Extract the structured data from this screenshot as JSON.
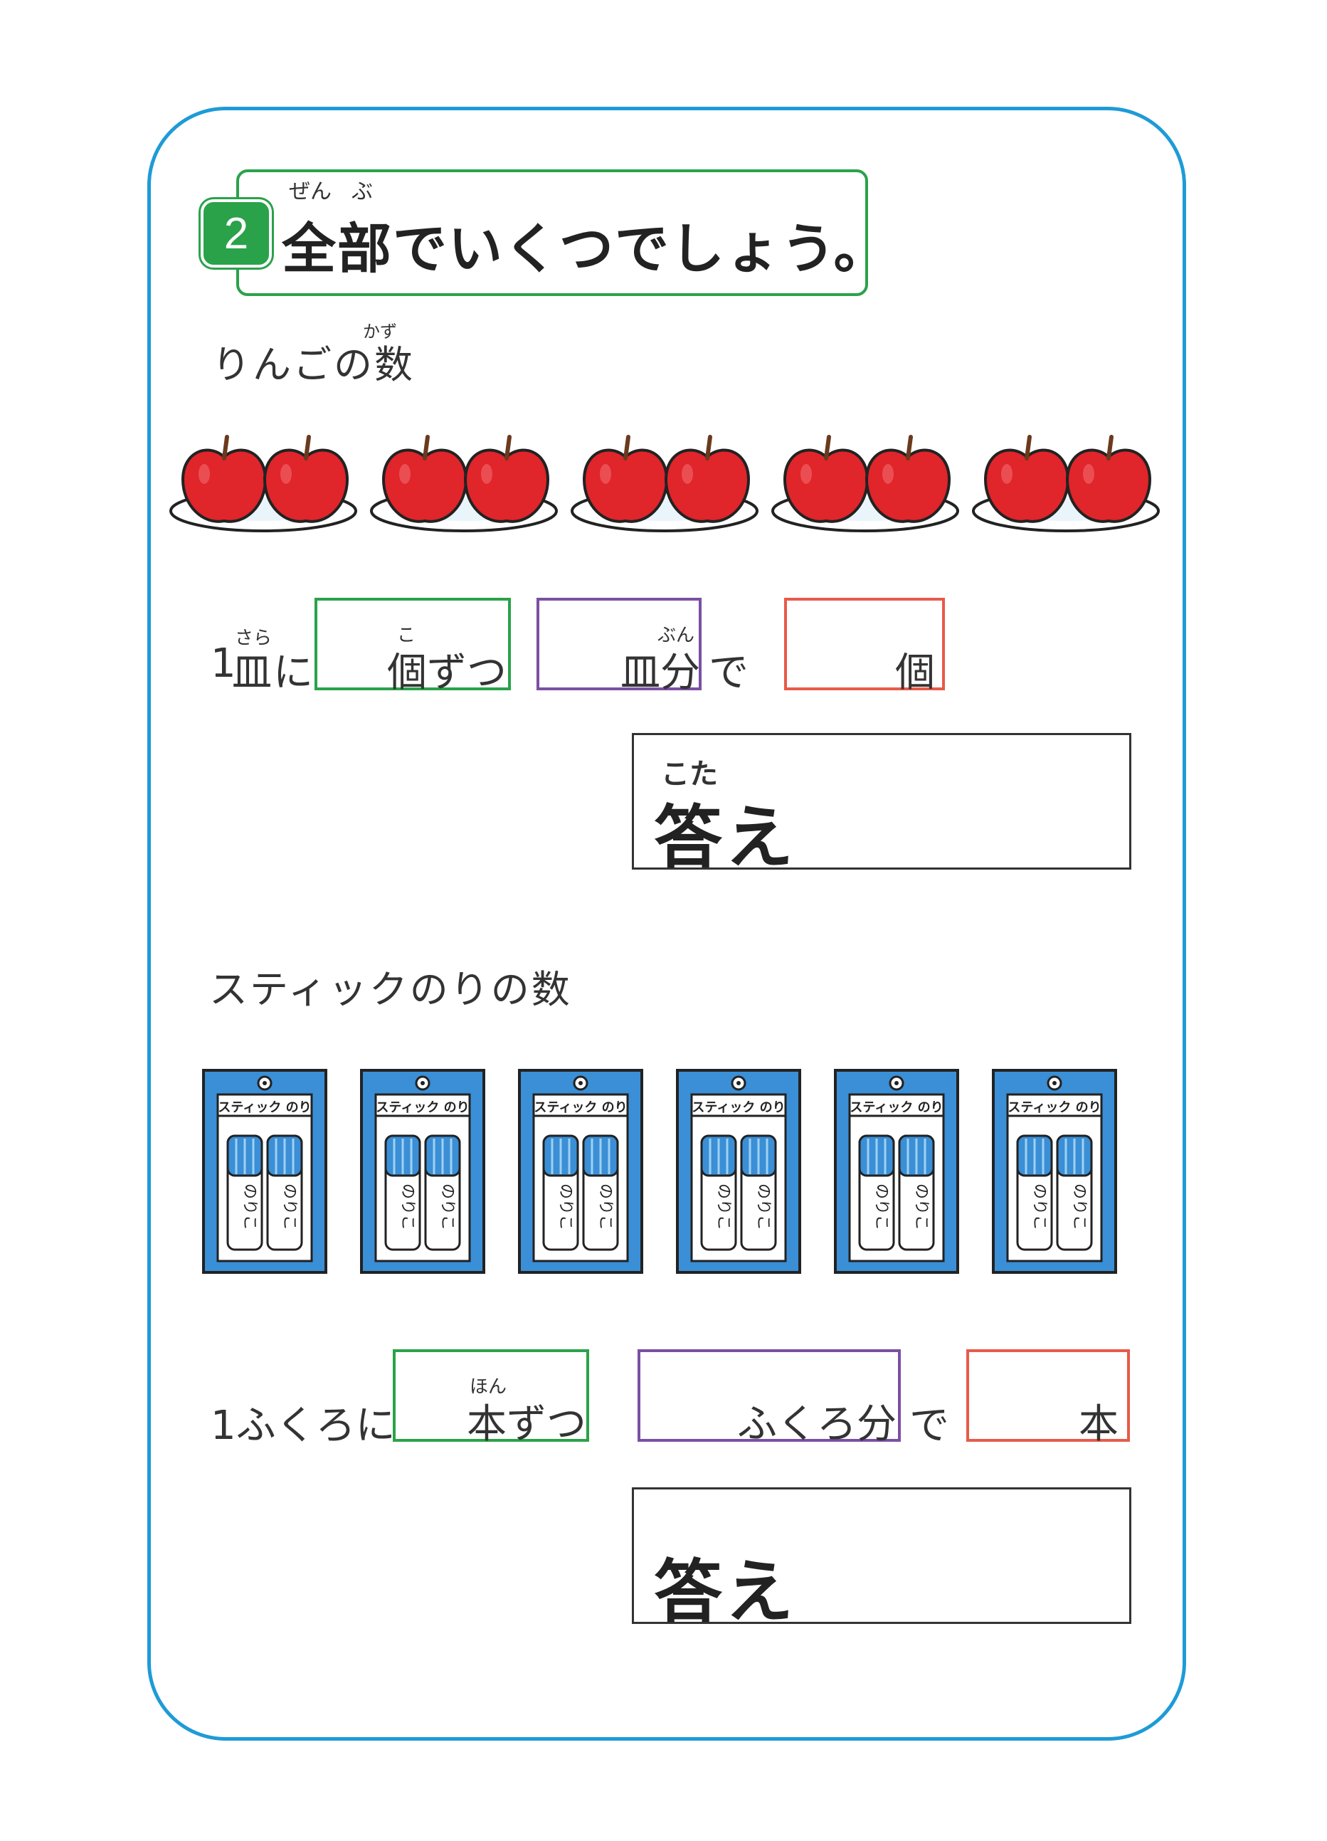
{
  "title": {
    "number": "2",
    "ruby_zen": "ぜん",
    "ruby_bu": "ぶ",
    "text": "全部でいくつでしょう。"
  },
  "apples": {
    "label": "りんごの数",
    "ruby_kazu": "かず",
    "plate_count": 5,
    "row": {
      "num1": "1",
      "sara": "皿",
      "ni": "に",
      "ruby_sara": "さら",
      "box1_text": "個ずつ",
      "ruby_ko": "こ",
      "box2_text": "皿分",
      "ruby_bun": "ぶん",
      "de": "で",
      "box3_text": "個"
    },
    "answer_ruby": "こた",
    "answer_label": "答え"
  },
  "glue": {
    "label": "スティックのりの数",
    "package_label": "スティック のり",
    "stick_label": "のりこ",
    "package_count": 6,
    "row": {
      "prefix": "1ふくろに",
      "box1_text": "本ずつ",
      "ruby_hon": "ほん",
      "box2_text": "ふくろ分",
      "de": "で",
      "box3_text": "本"
    },
    "answer_label": "答え"
  },
  "colors": {
    "frame": "#1e9bd7",
    "title_green": "#2aa24a",
    "apple_red": "#e0252b",
    "glue_blue": "#3a8fd6",
    "box_purple": "#7b4fa3",
    "box_red": "#e85a4a"
  }
}
